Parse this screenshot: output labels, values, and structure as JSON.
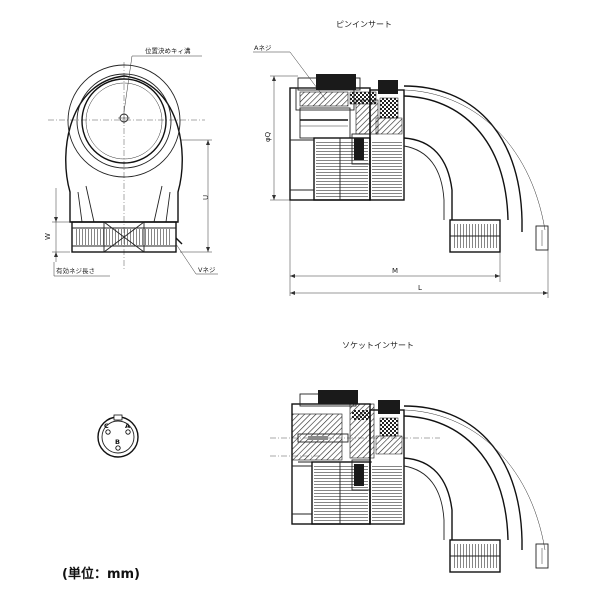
{
  "labels": {
    "pin_insert_title": "ピンインサート",
    "socket_insert_title": "ソケットインサート",
    "key_groove": "位置決めキィ溝",
    "a_thread": "Aネジ",
    "v_thread": "Vネジ",
    "effective_thread_length": "有効ネジ長さ",
    "dim_q": "φQ",
    "dim_u": "U",
    "dim_w": "W",
    "dim_m": "M",
    "dim_l": "L",
    "unit": "(単位：mm)"
  },
  "pins": [
    "C",
    "A",
    "B"
  ],
  "colors": {
    "line": "#111111",
    "hatch": "#222222",
    "dark_fill": "#1a1a1a",
    "gray_fill": "#8a8a8a"
  }
}
